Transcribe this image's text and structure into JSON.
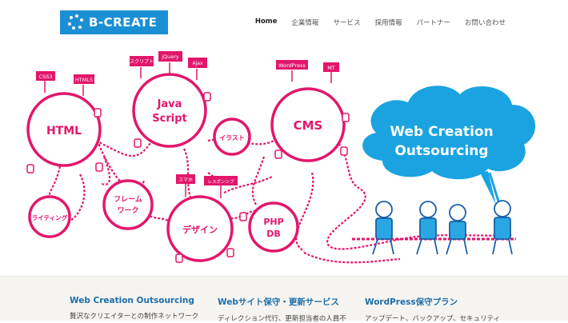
{
  "brand": {
    "logo_text": "B-CREATE"
  },
  "nav": {
    "items": [
      {
        "label": "Home",
        "active": true
      },
      {
        "label": "企業情報",
        "active": false
      },
      {
        "label": "サービス",
        "active": false
      },
      {
        "label": "採用情報",
        "active": false
      },
      {
        "label": "パートナー",
        "active": false
      },
      {
        "label": "お問い合わせ",
        "active": false
      }
    ]
  },
  "hero": {
    "cloud_line1": "Web Creation",
    "cloud_line2": "Outsourcing",
    "circles": {
      "html": "HTML",
      "js_line1": "Java",
      "js_line2": "Script",
      "cms": "CMS",
      "illust": "イラスト",
      "writing": "ライティング",
      "frame_line1": "フレーム",
      "frame_line2": "ワーク",
      "design": "デザイン",
      "php_line1": "PHP",
      "php_line2": "DB"
    },
    "signs": {
      "css3": "CSS3",
      "html5": "HTML5",
      "script": "スクリプト",
      "jquery": "jQuery",
      "ajax": "Ajax",
      "wordpress": "WordPress",
      "mt": "MT",
      "smapho": "スマホ",
      "responsive": "レスポンシブ"
    },
    "colors": {
      "accent": "#e3166b",
      "blue": "#1b8fd3",
      "cloud": "#1aa3e0"
    }
  },
  "services": [
    {
      "title": "Web Creation Outsourcing",
      "text": "贅沢なクリエイターとの制作ネットワーク"
    },
    {
      "title": "Webサイト保守・更新サービス",
      "text": "ディレクション代行、更新担当者の人員不"
    },
    {
      "title": "WordPress保守プラン",
      "text": "アップデート、バックアップ、セキュリティ"
    }
  ]
}
